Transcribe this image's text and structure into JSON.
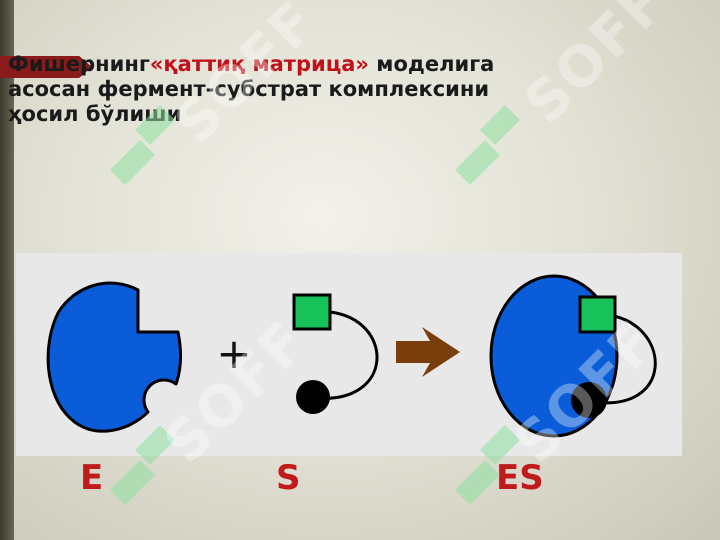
{
  "slide": {
    "title_part1": "Фишернинг",
    "title_accent": "«қаттиқ матрица»",
    "title_part2": " моделига",
    "title_line2": "асосан фермент-субстрат комплексини",
    "title_line3": "ҳосил бўлиши"
  },
  "diagram": {
    "plus_sign": "+",
    "label_e": "E",
    "label_s": "S",
    "label_es": "ES",
    "colors": {
      "enzyme": "#0a5cd8",
      "substrate_square": "#17c25a",
      "arrow": "#7a3e0c",
      "label": "#c01a1a"
    }
  },
  "watermark": {
    "text": "SOFF"
  }
}
